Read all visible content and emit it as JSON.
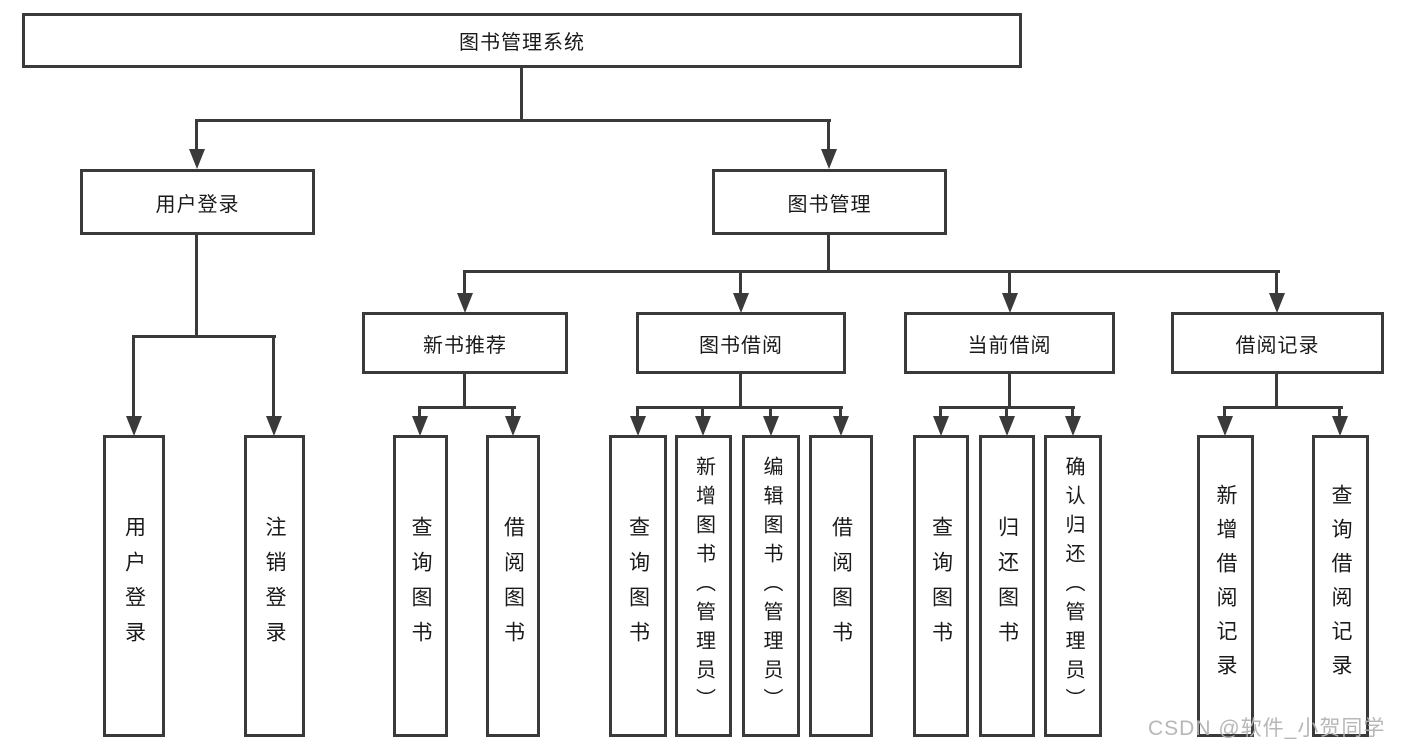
{
  "diagram_title": "图书管理系统",
  "colors": {
    "line": "#3a3a3a",
    "box_border": "#3a3a3a",
    "text": "#1a1a1a",
    "watermark": "#b4b4b4",
    "background": "#ffffff"
  },
  "watermark": "CSDN @软件_小贺同学",
  "nodes": {
    "root": {
      "label": "图书管理系统"
    },
    "level2": [
      {
        "label": "用户登录",
        "parent": "图书管理系统"
      },
      {
        "label": "图书管理",
        "parent": "图书管理系统"
      }
    ],
    "level3": [
      {
        "label": "新书推荐",
        "parent": "图书管理"
      },
      {
        "label": "图书借阅",
        "parent": "图书管理"
      },
      {
        "label": "当前借阅",
        "parent": "图书管理"
      },
      {
        "label": "借阅记录",
        "parent": "图书管理"
      }
    ],
    "leaves": [
      {
        "label": "用户登录",
        "parent": "用户登录"
      },
      {
        "label": "注销登录",
        "parent": "用户登录"
      },
      {
        "label": "查询图书",
        "parent": "新书推荐"
      },
      {
        "label": "借阅图书",
        "parent": "新书推荐"
      },
      {
        "label": "查询图书",
        "parent": "图书借阅"
      },
      {
        "label": "新增图书（管理员）",
        "parent": "图书借阅"
      },
      {
        "label": "编辑图书（管理员）",
        "parent": "图书借阅"
      },
      {
        "label": "借阅图书",
        "parent": "图书借阅"
      },
      {
        "label": "查询图书",
        "parent": "当前借阅"
      },
      {
        "label": "归还图书",
        "parent": "当前借阅"
      },
      {
        "label": "确认归还（管理员）",
        "parent": "当前借阅"
      },
      {
        "label": "新增借阅记录",
        "parent": "借阅记录"
      },
      {
        "label": "查询借阅记录",
        "parent": "借阅记录"
      }
    ]
  }
}
